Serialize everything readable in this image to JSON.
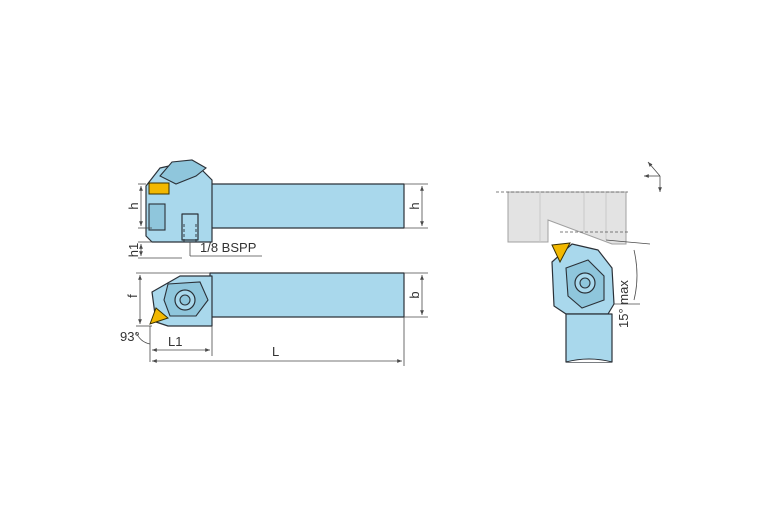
{
  "labels": {
    "h_top": "h",
    "h1": "h1",
    "bspp": "1/8 BSPP",
    "h_right": "h",
    "f": "f",
    "b": "b",
    "angle_93": "93°",
    "L1": "L1",
    "L": "L",
    "angle_15": "15° max"
  },
  "colors": {
    "holder": "#a9d8ec",
    "insert": "#f2b800",
    "workpiece": "#e3e3e3"
  }
}
